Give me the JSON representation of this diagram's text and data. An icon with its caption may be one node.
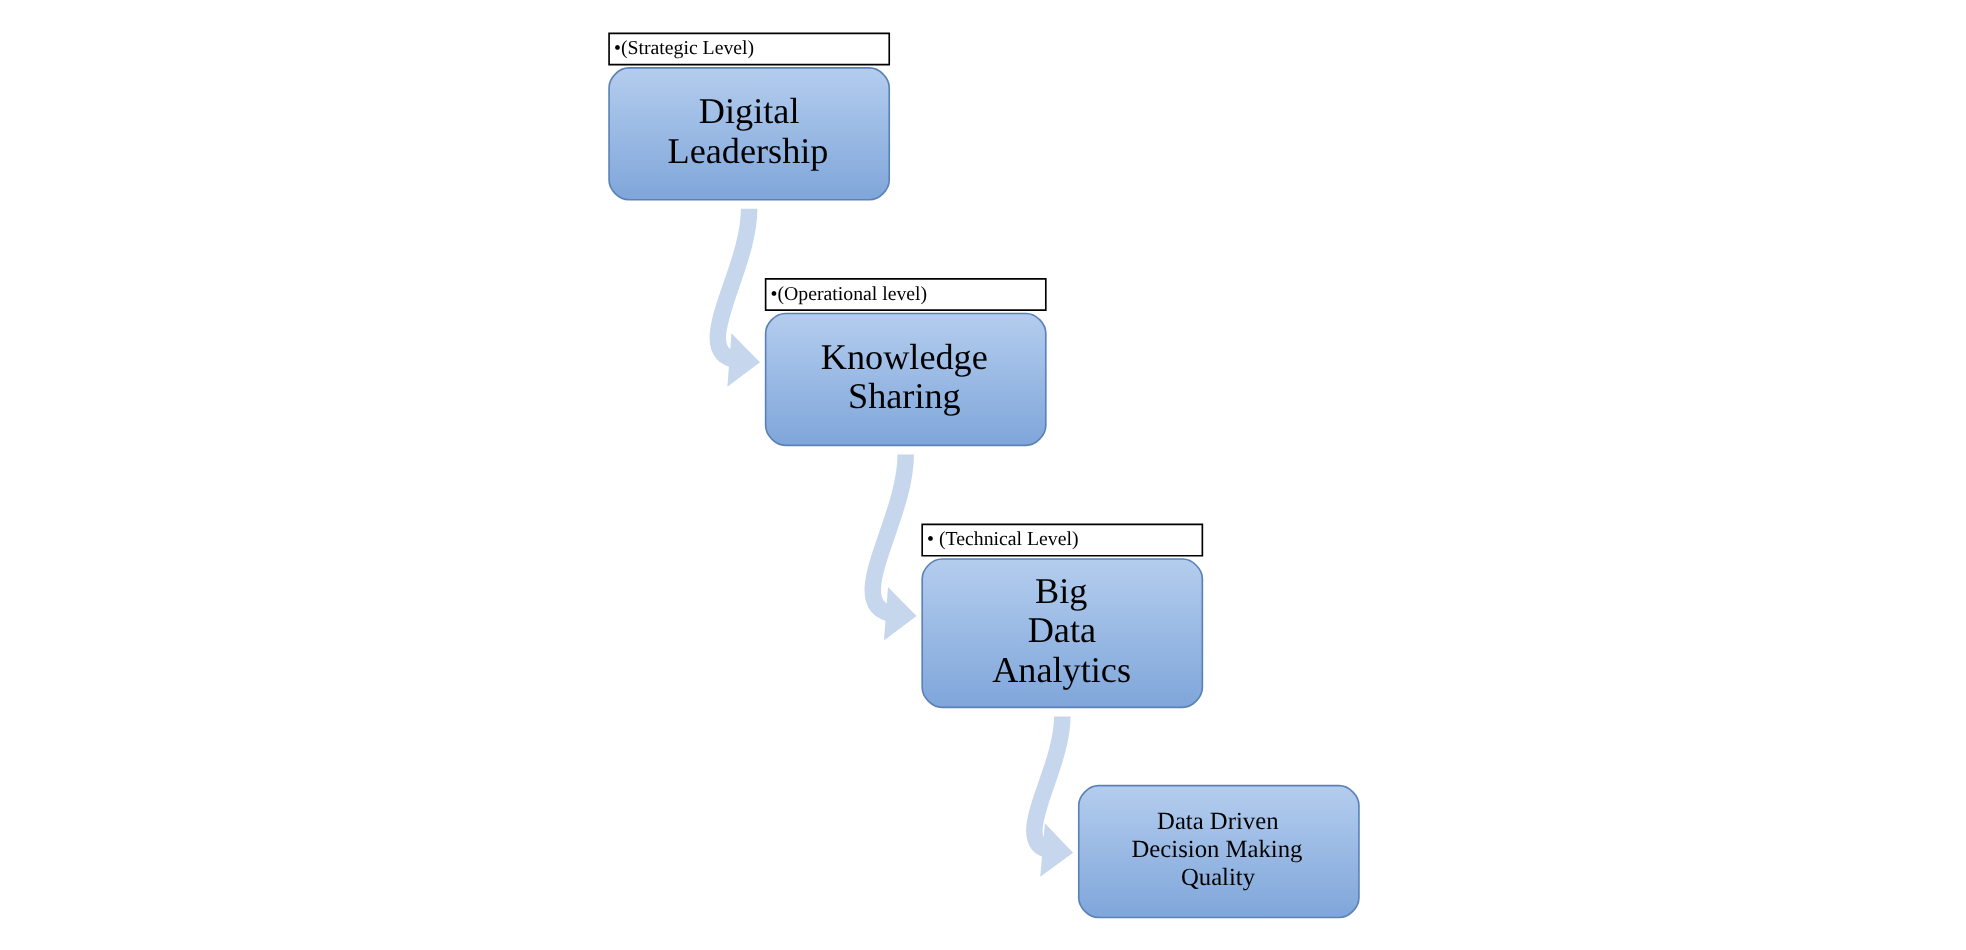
{
  "diagram": {
    "nodes": [
      {
        "text": [
          "Digital Leadership"
        ],
        "beside": [
          "•(Strategic Level)"
        ]
      },
      {
        "text": [
          "Knowledge Sharing"
        ],
        "beside": [
          "•(Operational level)"
        ]
      },
      {
        "text": [
          "Big Data Analytics"
        ],
        "beside": [
          "• (Technical Level)"
        ]
      },
      {
        "text": [
          "Data Driven Decision Making Quality"
        ]
      }
    ],
    "edges": [
      {
        "from": 0,
        "to": 1,
        "arrow": "to"
      },
      {
        "from": 1,
        "to": 2,
        "arrow": "to"
      },
      {
        "from": 2,
        "to": 3,
        "arrow": "to"
      }
    ]
  }
}
